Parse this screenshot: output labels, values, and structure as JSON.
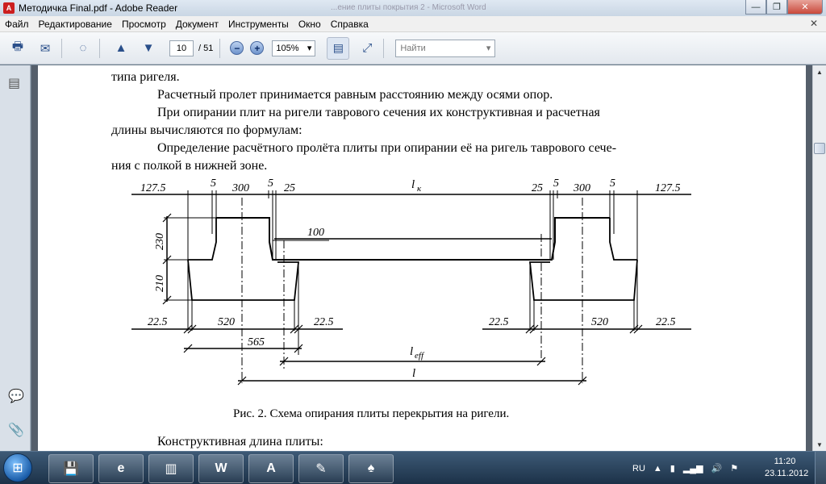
{
  "window": {
    "title": "Методичка Final.pdf - Adobe Reader",
    "background_window_title": "...ение плиты покрытия 2 - Microsoft Word",
    "app_icon_glyph": "A",
    "minimize_glyph": "—",
    "maximize_glyph": "❐",
    "close_glyph": "✕"
  },
  "menu": {
    "items": [
      "Файл",
      "Редактирование",
      "Просмотр",
      "Документ",
      "Инструменты",
      "Окно",
      "Справка"
    ],
    "close_glyph": "✕"
  },
  "toolbar": {
    "print_icon": "🖶",
    "attach_icon": "✉",
    "share_icon": "◌",
    "prev_page_icon": "▲",
    "next_page_icon": "▼",
    "current_page": "10",
    "total_pages": "/ 51",
    "zoom_out_icon": "−",
    "zoom_in_icon": "+",
    "zoom_value": "105%",
    "zoom_arrow": "▾",
    "fit_icon": "▤",
    "full_icon": "⤢",
    "search_placeholder": "Найти",
    "search_arrow": "▾"
  },
  "left_panel": {
    "pages_icon": "▤",
    "comments_icon": "💬",
    "attachments_icon": "📎"
  },
  "document": {
    "lines": [
      "типа ригеля.",
      "Расчетный пролет   принимается  равным расстоянию между осями опор.",
      "При  опирании  плит  на  ригели  таврового  сечения  их  конструктивная   и  расчетная",
      "длины  вычисляются по формулам:",
      "Определение расчётного пролёта плиты при опирании её на ригель таврового сече-",
      "ния с полкой в нижней зоне."
    ],
    "figure_caption": "Рис.  2. Схема опирания плиты перекрытия на ригели.",
    "next_line": "Конструктивная длина плиты:"
  },
  "drawing": {
    "top_dims": [
      "127.5",
      "5",
      "300",
      "5",
      "25",
      "25",
      "5",
      "300",
      "5",
      "127.5"
    ],
    "lk_main": "l",
    "lk_sub": "к",
    "left_vertical_dims": [
      "230",
      "210"
    ],
    "dim_100": "100",
    "bottom_dims": [
      "22.5",
      "520",
      "22.5",
      "22.5",
      "520",
      "22.5"
    ],
    "dim_565": "565",
    "leff_main": "l",
    "leff_sub": "eff",
    "l_label": "l"
  },
  "scrollbar": {
    "up_glyph": "▲",
    "down_glyph": "▼"
  },
  "taskbar": {
    "start_glyph": "⊞",
    "apps": [
      {
        "name": "files",
        "glyph": "💾"
      },
      {
        "name": "ie",
        "glyph": "e"
      },
      {
        "name": "archive",
        "glyph": "▥"
      },
      {
        "name": "word",
        "glyph": "W"
      },
      {
        "name": "autocad",
        "glyph": "A"
      },
      {
        "name": "editor",
        "glyph": "✎"
      },
      {
        "name": "acrobat",
        "glyph": "♠"
      }
    ],
    "language": "RU",
    "tray_up": "▲",
    "battery_icon": "▮",
    "signal_icon": "▂▄▆",
    "volume_icon": "🔊",
    "flag_icon": "⚑",
    "time": "11:20",
    "date": "23.11.2012"
  }
}
